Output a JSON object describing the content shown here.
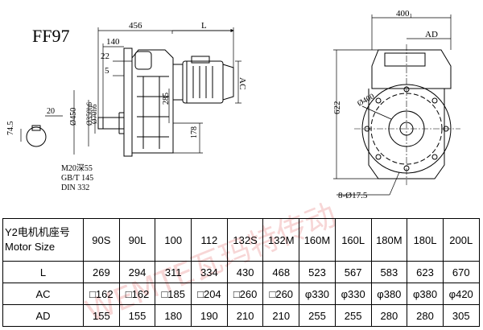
{
  "title": "FF97",
  "dims": {
    "d456": "456",
    "L": "L",
    "d140": "140",
    "d22": "22",
    "d5": "5",
    "AC": "AC",
    "d285": "285",
    "d178": "178",
    "d450": "Ø450",
    "d350": "Ø350h6",
    "d70": "Ø70h6",
    "d20": "20",
    "d745": "74.5",
    "bolt1": "M20深55",
    "bolt2": "GB/T 145",
    "bolt3": "DIN 332",
    "d400top": "400",
    "d400sub": "1",
    "AD": "AD",
    "d622": "622",
    "d400circle": "Ø400",
    "holes": "8-Ø17.5"
  },
  "watermark": "WEMTE瓦玛特传动",
  "table": {
    "header_cn": "Y2电机机座号",
    "header_en": "Motor Size",
    "sizes": [
      "90S",
      "90L",
      "100",
      "112",
      "132S",
      "132M",
      "160M",
      "160L",
      "180M",
      "180L",
      "200L"
    ],
    "rows": [
      {
        "label": "L",
        "values": [
          "269",
          "294",
          "311",
          "334",
          "430",
          "468",
          "523",
          "567",
          "583",
          "623",
          "670"
        ]
      },
      {
        "label": "AC",
        "values": [
          "□162",
          "□162",
          "□185",
          "□204",
          "□260",
          "□260",
          "φ330",
          "φ330",
          "φ380",
          "φ380",
          "φ420"
        ]
      },
      {
        "label": "AD",
        "values": [
          "155",
          "155",
          "180",
          "190",
          "210",
          "210",
          "255",
          "255",
          "280",
          "280",
          "305"
        ]
      }
    ]
  }
}
